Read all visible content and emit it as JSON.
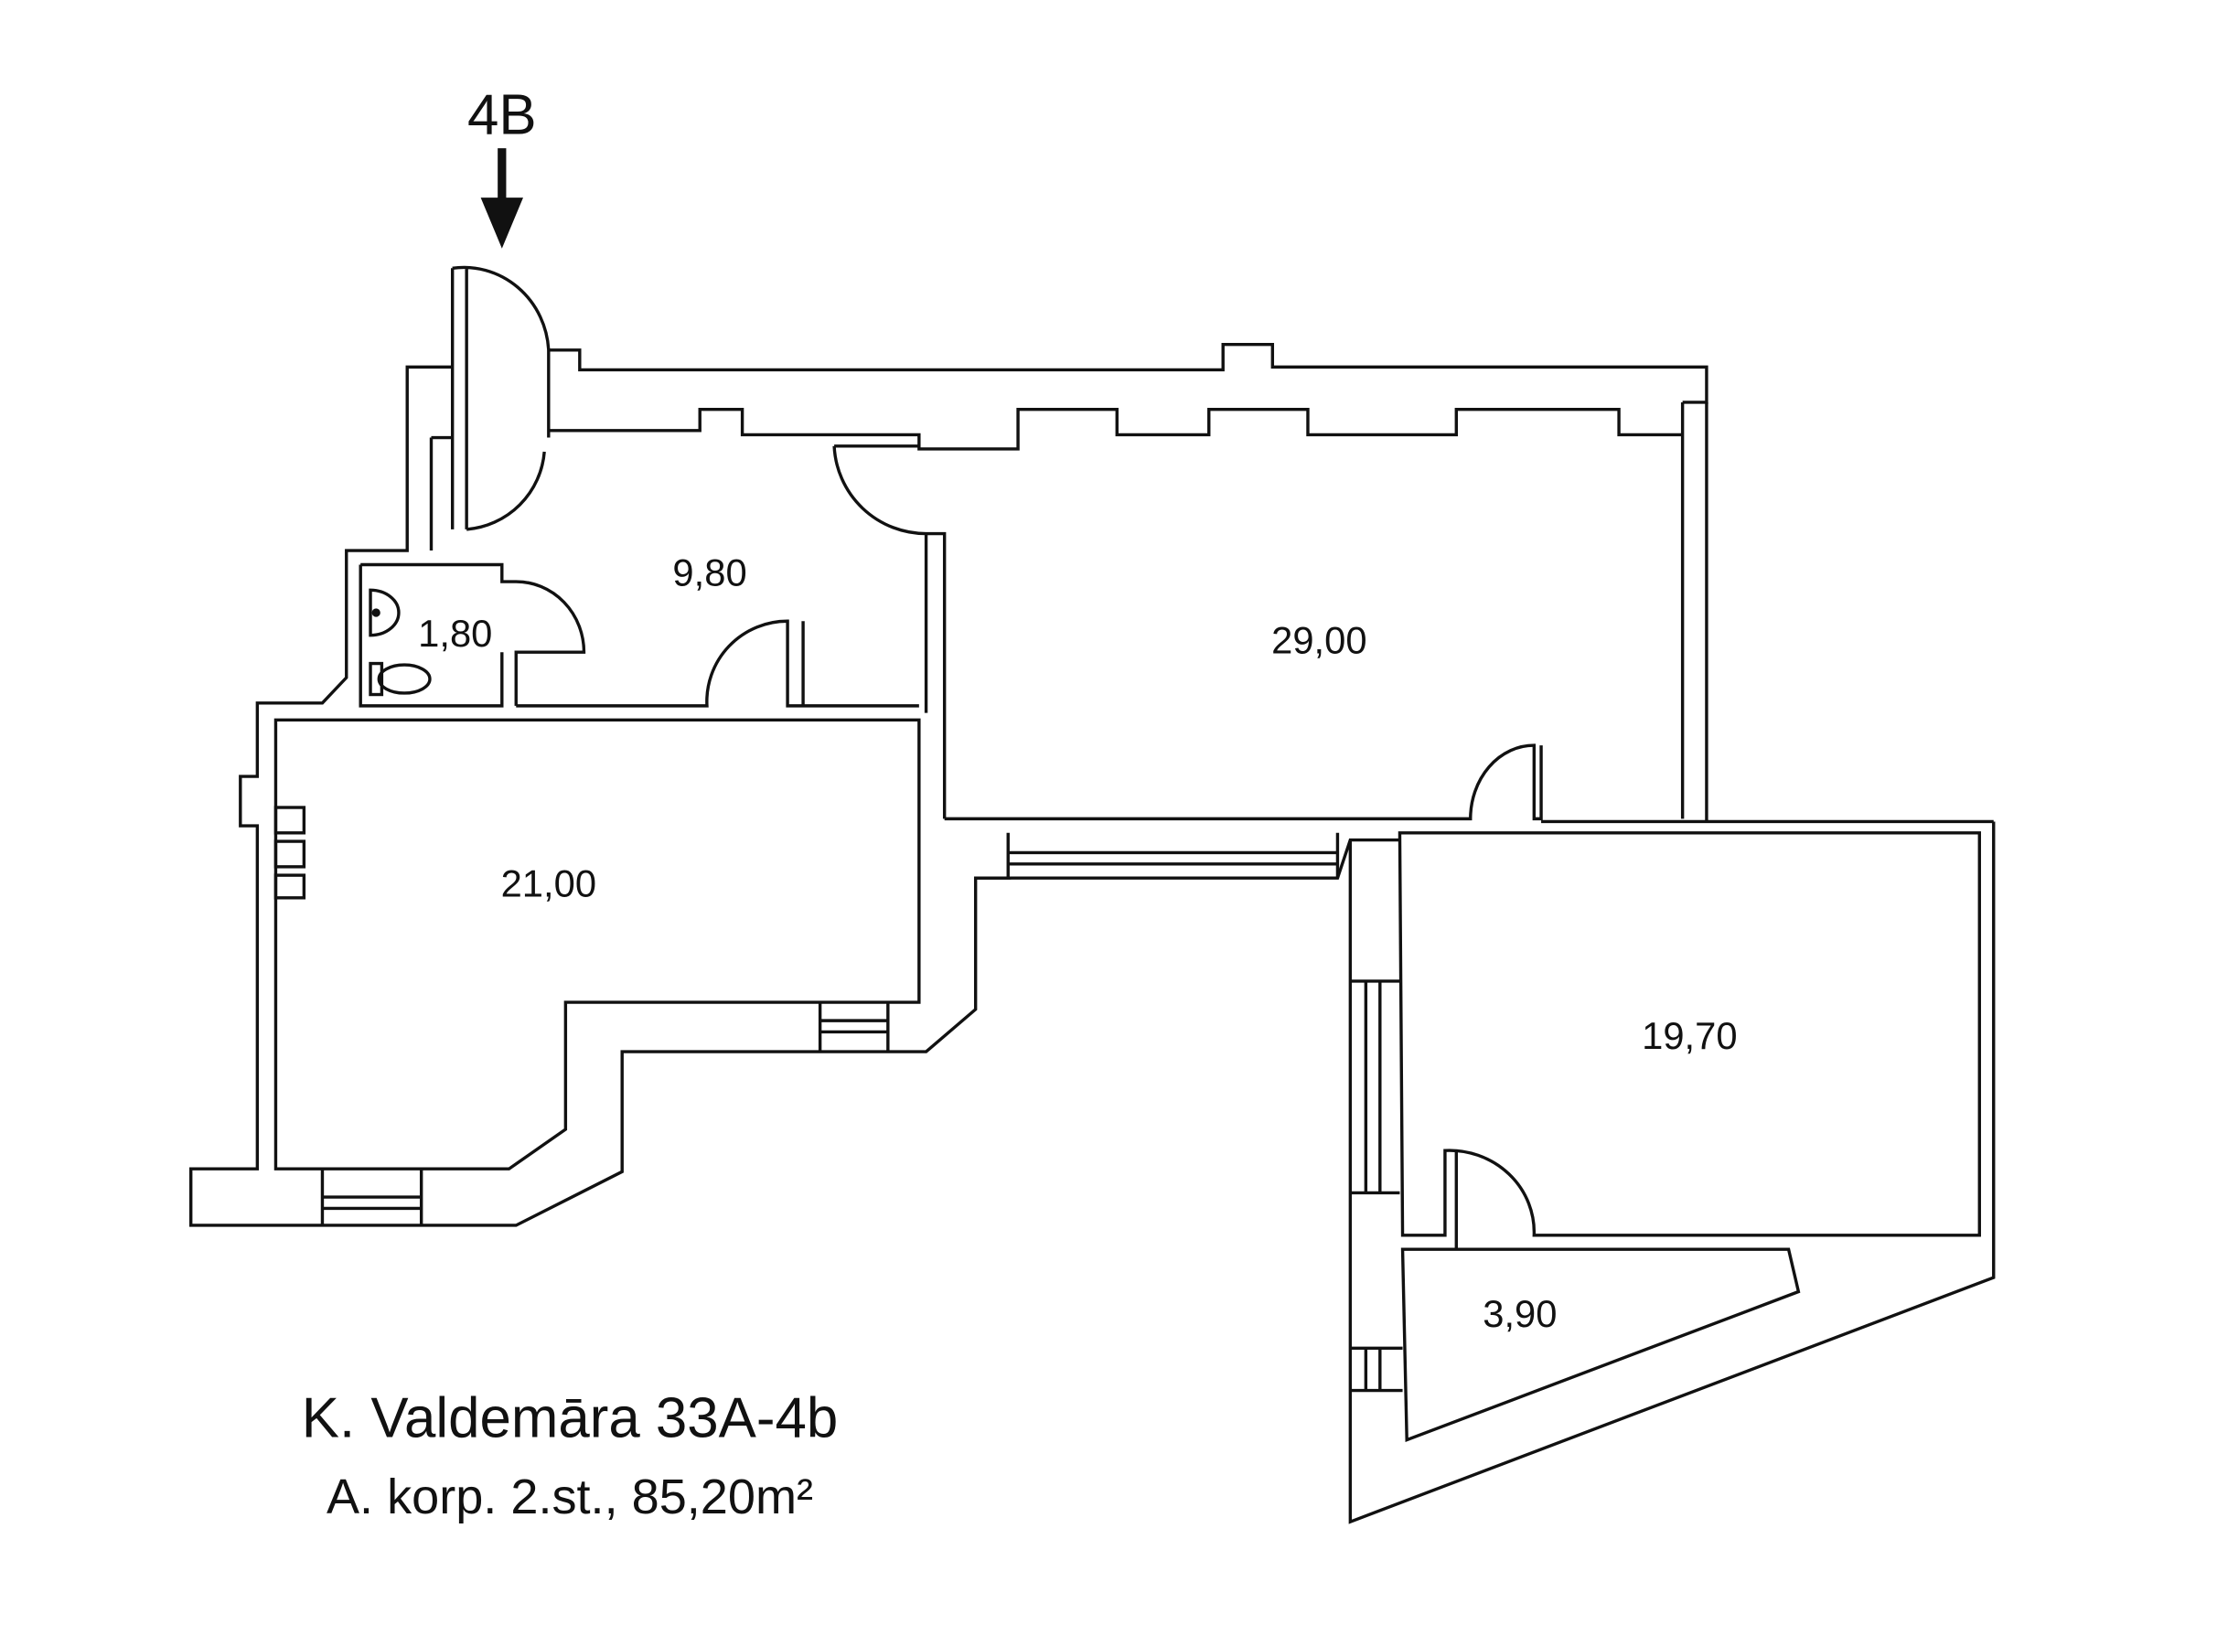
{
  "entrance": {
    "label": "4B"
  },
  "rooms": [
    {
      "id": "hall",
      "area": "9,80"
    },
    {
      "id": "wc",
      "area": "1,80"
    },
    {
      "id": "room-large",
      "area": "29,00"
    },
    {
      "id": "kitchen",
      "area": "21,00"
    },
    {
      "id": "room-right",
      "area": "19,70"
    },
    {
      "id": "storage",
      "area": "3,90"
    }
  ],
  "caption": {
    "address": "K. Valdemāra 33A-4b",
    "details": "A. korp. 2.st., 85,20m²"
  }
}
